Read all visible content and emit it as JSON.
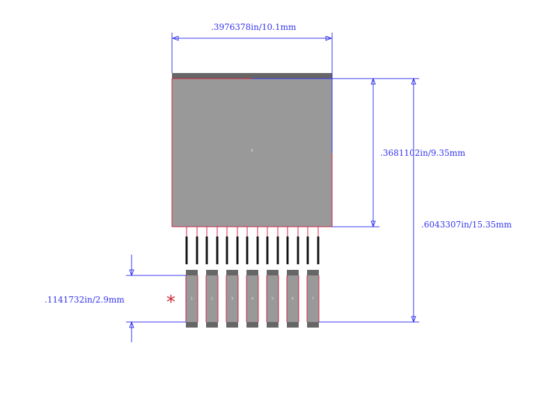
{
  "dimensions": {
    "width_top": ".3976378in/10.1mm",
    "tab_height": ".3681102in/9.35mm",
    "total_height": ".6043307in/15.35mm",
    "pad_length": ".1141732in/2.9mm"
  },
  "tab_label": "8",
  "pin_labels": [
    "1",
    "2",
    "3",
    "4",
    "5",
    "6",
    "7"
  ],
  "pin1_marker": "*",
  "colors": {
    "dimension_line": "#3333ee",
    "outline": "#cc2244",
    "pad_fill": "#999999",
    "pad_dark": "#666666",
    "lead": "#111111",
    "marker": "#cc2233"
  }
}
